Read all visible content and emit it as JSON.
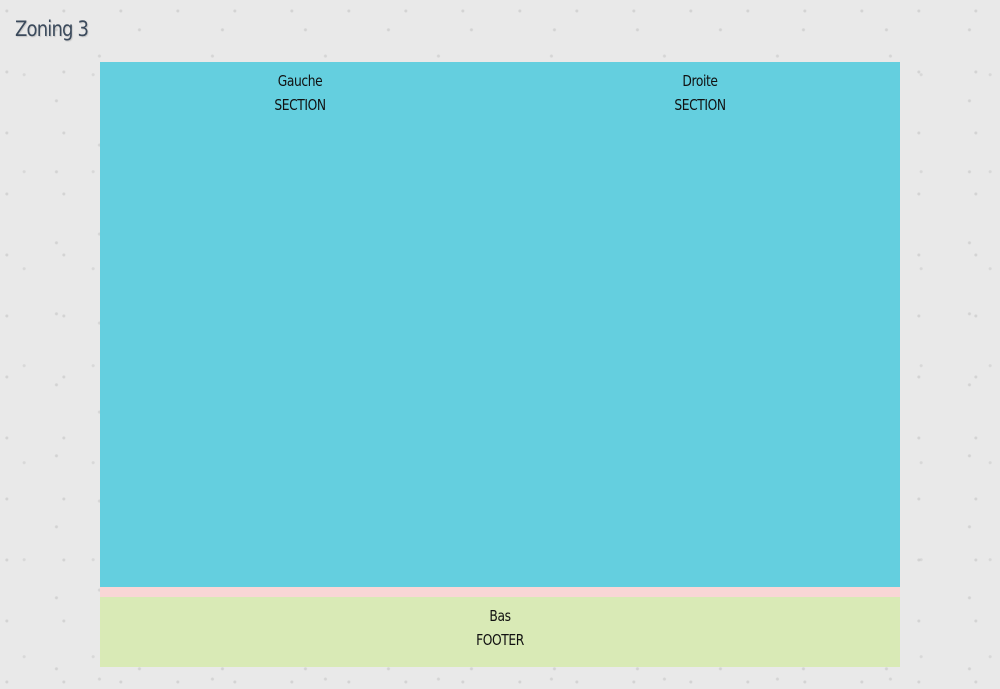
{
  "page": {
    "title": "Zoning 3"
  },
  "layout": {
    "sections": [
      {
        "label": "Gauche",
        "tag": "SECTION"
      },
      {
        "label": "Droite",
        "tag": "SECTION"
      }
    ],
    "footer": {
      "label": "Bas",
      "tag": "FOOTER"
    }
  },
  "colors": {
    "title": "#3b4a5c",
    "sections": "#64cfdf",
    "gap": "#f9d6d6",
    "footer": "#d9eab6",
    "background": "#e9e9e9"
  }
}
